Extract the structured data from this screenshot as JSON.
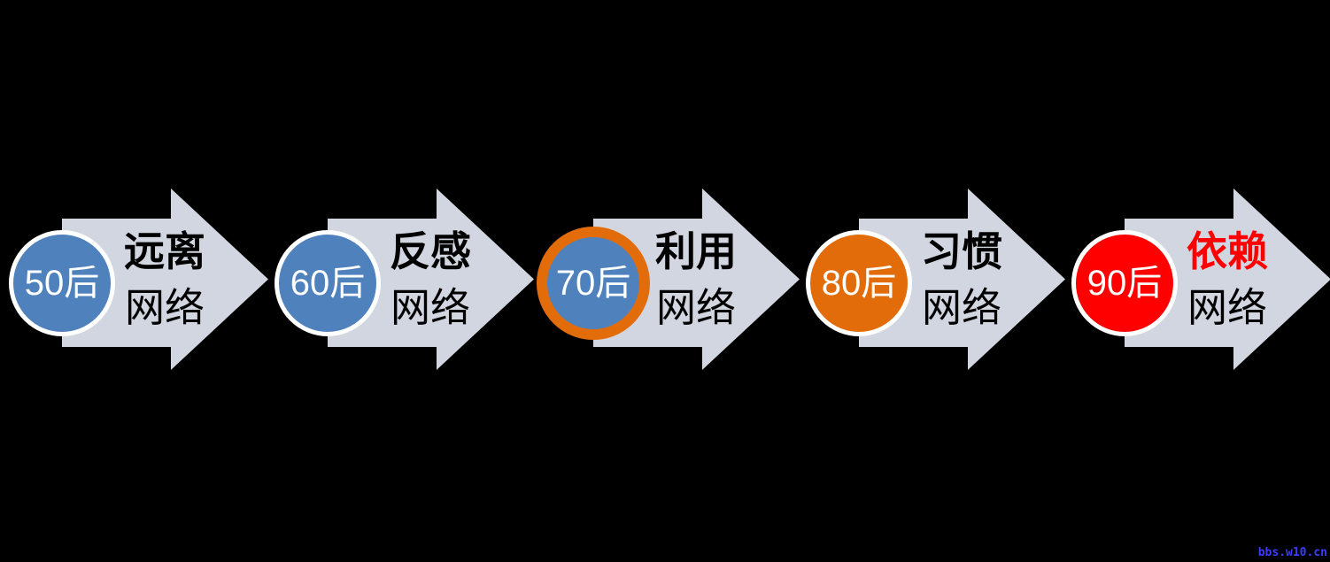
{
  "colors": {
    "background": "#000000",
    "arrow_fill": "#d2d6e0",
    "blue": "#4f81bd",
    "orange": "#e36c0a",
    "red": "#ff0000",
    "white": "#ffffff",
    "black": "#000000",
    "watermark_blue": "#3c3cff"
  },
  "stages": [
    {
      "generation": "50后",
      "attitude": "远离",
      "object": "网络",
      "circle_fill": "#4f81bd",
      "ring_color": "#ffffff",
      "attitude_color": "#000000"
    },
    {
      "generation": "60后",
      "attitude": "反感",
      "object": "网络",
      "circle_fill": "#4f81bd",
      "ring_color": "#ffffff",
      "attitude_color": "#000000"
    },
    {
      "generation": "70后",
      "attitude": "利用",
      "object": "网络",
      "circle_fill": "#4f81bd",
      "ring_color": "#e36c0a",
      "attitude_color": "#000000"
    },
    {
      "generation": "80后",
      "attitude": "习惯",
      "object": "网络",
      "circle_fill": "#e36c0a",
      "ring_color": "#ffffff",
      "attitude_color": "#000000"
    },
    {
      "generation": "90后",
      "attitude": "依赖",
      "object": "网络",
      "circle_fill": "#ff0000",
      "ring_color": "#ffffff",
      "attitude_color": "#ff0000"
    }
  ],
  "watermark": {
    "text": "bbs.w10.cn"
  }
}
